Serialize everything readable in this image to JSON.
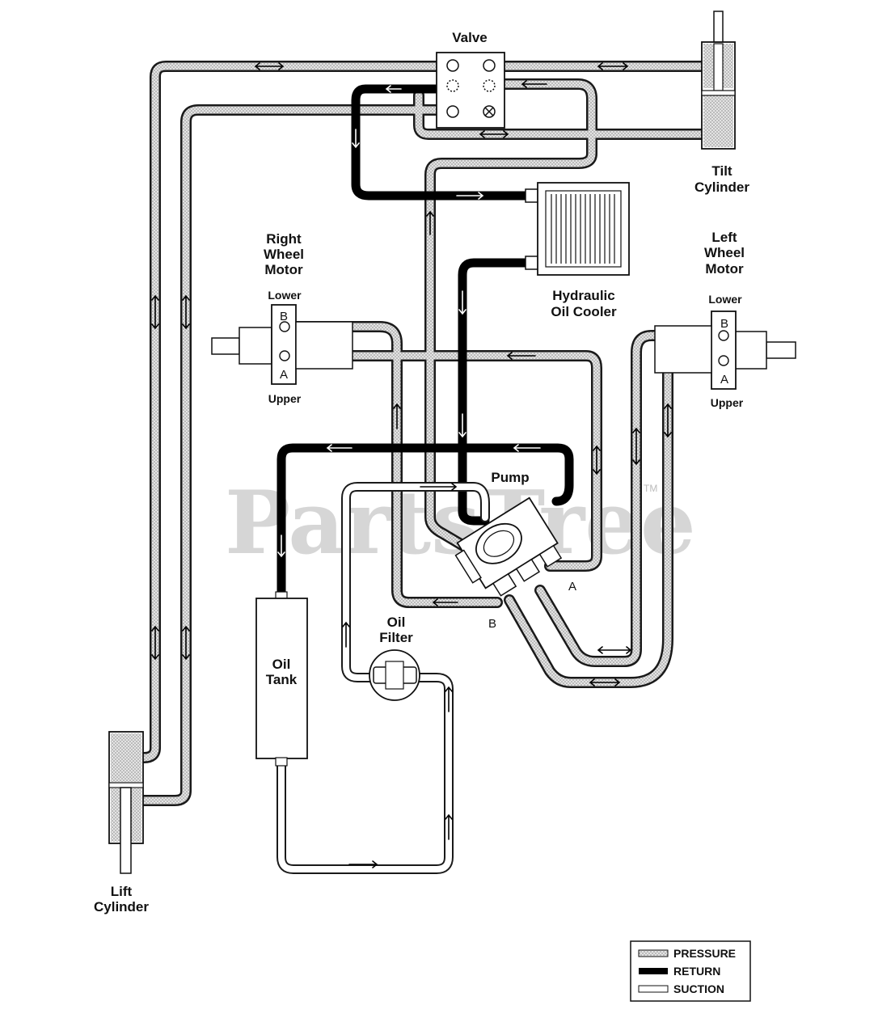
{
  "labels": {
    "valve": "Valve",
    "tilt_cylinder_1": "Tilt",
    "tilt_cylinder_2": "Cylinder",
    "right_wheel_motor_1": "Right",
    "right_wheel_motor_2": "Wheel",
    "right_wheel_motor_3": "Motor",
    "left_wheel_motor_1": "Left",
    "left_wheel_motor_2": "Wheel",
    "left_wheel_motor_3": "Motor",
    "hydraulic_oil_cooler_1": "Hydraulic",
    "hydraulic_oil_cooler_2": "Oil Cooler",
    "pump": "Pump",
    "oil_filter_1": "Oil",
    "oil_filter_2": "Filter",
    "oil_tank_1": "Oil",
    "oil_tank_2": "Tank",
    "lift_cylinder_1": "Lift",
    "lift_cylinder_2": "Cylinder",
    "right_lower": "Lower",
    "right_upper": "Upper",
    "left_lower": "Lower",
    "left_upper": "Upper",
    "right_port_b": "B",
    "right_port_a": "A",
    "left_port_b": "B",
    "left_port_a": "A",
    "pump_port_a": "A",
    "pump_port_b": "B"
  },
  "legend": {
    "items": [
      {
        "label": "PRESSURE",
        "style": "pressure"
      },
      {
        "label": "RETURN",
        "style": "return"
      },
      {
        "label": "SUCTION",
        "style": "suction"
      }
    ]
  },
  "watermark": {
    "text": "PartsTree",
    "tm": "TM"
  },
  "colors": {
    "pressure_fill": "#cfcfcf",
    "return_fill": "#000000",
    "suction_fill": "#ffffff",
    "outline": "#1a1a1a"
  }
}
